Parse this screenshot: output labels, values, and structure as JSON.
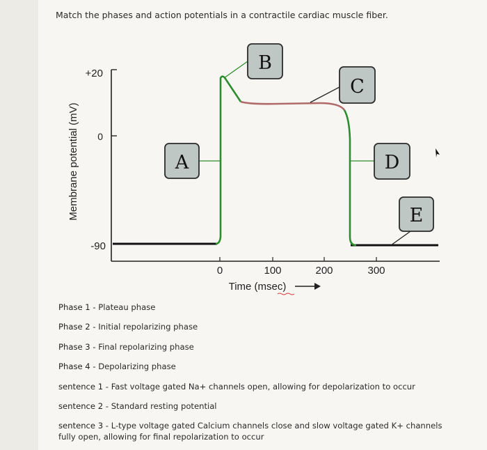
{
  "question": "Match the phases and action potentials in a contractile cardiac muscle fiber.",
  "diagram": {
    "y_axis_label": "Membrane potential (mV)",
    "y_ticks": [
      "+20",
      "0",
      "-90"
    ],
    "x_ticks": [
      "0",
      "100",
      "200",
      "300"
    ],
    "x_axis_label": "Time (msec)",
    "boxes": [
      "A",
      "B",
      "C",
      "D",
      "E"
    ],
    "colors": {
      "trace": "#2c8d2c",
      "plateau": "#b06a6a",
      "box_fill": "#bfc7c5",
      "box_stroke": "#2b2b2b"
    }
  },
  "answers": [
    {
      "term": "Phase 1",
      "sep": " - ",
      "text": "Plateau phase"
    },
    {
      "term": "Phase 2",
      "sep": " - ",
      "text": "Initial repolarizing phase"
    },
    {
      "term": "Phase 3",
      "sep": " - ",
      "text": "Final repolarizing phase"
    },
    {
      "term": "Phase 4",
      "sep": " - ",
      "text": "Depolarizing phase"
    },
    {
      "term": "sentence 1",
      "sep": " - ",
      "text": "Fast voltage gated Na+ channels open, allowing for depolarization to occur"
    },
    {
      "term": "sentence 2",
      "sep": " - ",
      "text": "Standard resting potential"
    },
    {
      "term": "sentence 3",
      "sep": " - ",
      "text": "L-type voltage gated Calcium channels close and slow voltage gated K+ channels fully open, allowing for final repolarization to occur"
    }
  ]
}
